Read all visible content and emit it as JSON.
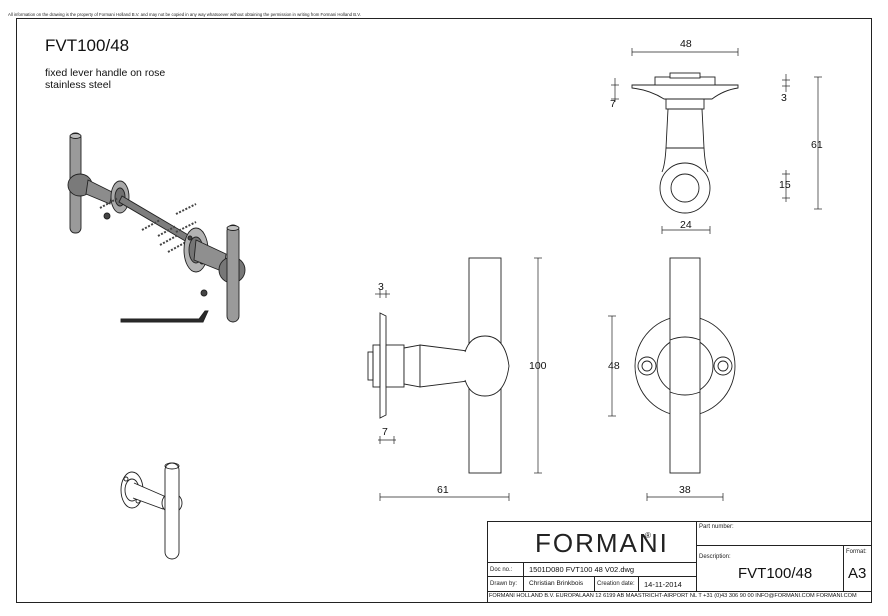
{
  "notice": "All information on the drawing is the property of Formani Holland B.V. and may not be copied in any way whatsoever without obtaining the permission in writing from Formani Holland B.V.",
  "drawing": {
    "title": "FVT100/48",
    "description_line1": "fixed lever handle on rose",
    "description_line2": "stainless steel"
  },
  "dimensions": {
    "rose_width": "48",
    "rose_depth_top": "3",
    "offset_top": "7",
    "total_height_side": "61",
    "ring_size": "15",
    "neck_width": "24",
    "rose_thickness": "3",
    "lever_length": "100",
    "neck_length": "7",
    "projection": "61",
    "rose_diameter": "48",
    "lever_width": "38"
  },
  "title_block": {
    "logo": "FORMANI",
    "registered": "®",
    "part_number_label": "Part number:",
    "description_label": "Description:",
    "part_number": "FVT100/48",
    "format_label": "Format:",
    "format": "A3",
    "doc_no_label": "Doc no.:",
    "doc_no": "1501D080 FVT100 48 V02.dwg",
    "drawn_by_label": "Drawn by:",
    "drawn_by": "Christian Brinkbois",
    "creation_date_label": "Creation date:",
    "creation_date": "14-11-2014",
    "footer": "FORMANI HOLLAND B.V.  EUROPALAAN 12  6199 AB MAASTRICHT-AIRPORT NL  T +31 (0)43 306 90 00 INFO@FORMANI.COM FORMANI.COM"
  }
}
